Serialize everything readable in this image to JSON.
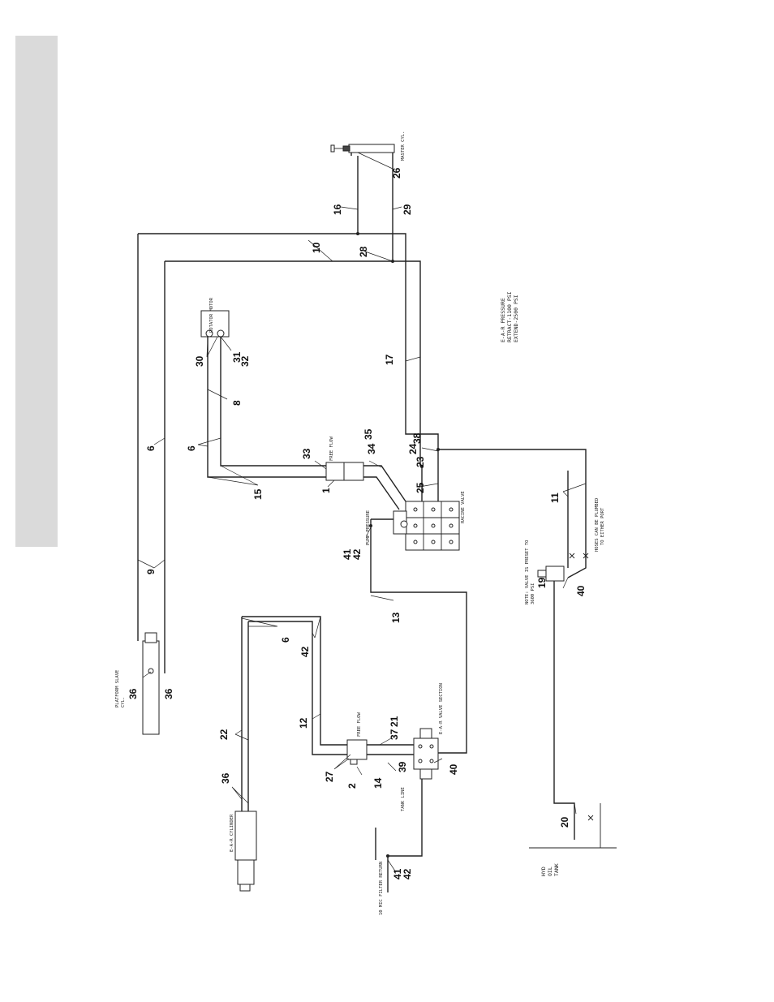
{
  "labels": {
    "master_cyl": "MASTER CYL.",
    "rotator_motor": "ROTATOR MOTOR",
    "pressure_title": "E-A-R PRESSURE",
    "pressure_retract": "RETRACT-1100 PSI",
    "pressure_extend": "EXTEND-2500 PSI",
    "free_flow_1": "FREE FLOW",
    "pump_pressure": "PUMP PRESSURE",
    "racine_valve": "RACINE VALVE",
    "hoses_note_1": "HOSES CAN BE PLUMBED",
    "hoses_note_2": "TO EITHER PORT",
    "relief_note_1": "NOTE: VALVE IS PRESET TO",
    "relief_note_2": "3600 PSI",
    "platform_slave_cyl_1": "PLATFORM SLAVE",
    "platform_slave_cyl_2": "CYL.",
    "free_flow_2": "FREE FLOW",
    "ear_valve_section": "E-A-R VALVE SECTION",
    "ear_cylinder": "E-A-R CYLINDER",
    "tank_line": "TANK LINE",
    "filter_label": "10 MIC FILTER RETURN",
    "hyd_1": "HYD",
    "hyd_2": "OIL",
    "hyd_3": "TANK"
  },
  "callouts": {
    "n26": "26",
    "n16": "16",
    "n29": "29",
    "n10": "10",
    "n28": "28",
    "n30": "30",
    "n31": "31",
    "n32": "32",
    "n8": "8",
    "n17": "17",
    "n6a": "6",
    "n6b": "6",
    "n35": "35",
    "n24": "24",
    "n38": "38",
    "n33": "33",
    "n34": "34",
    "n23": "23",
    "n15": "15",
    "n1": "1",
    "n25": "25",
    "n11": "11",
    "n9": "9",
    "n41a": "41",
    "n42a": "42",
    "n40a": "40",
    "n19": "19",
    "n13": "13",
    "n6c": "6",
    "n42b": "42",
    "n36a": "36",
    "n36b": "36",
    "n12": "12",
    "n22": "22",
    "n37": "37",
    "n21": "21",
    "n39": "39",
    "n40b": "40",
    "n27": "27",
    "n14": "14",
    "n36c": "36",
    "n2": "2",
    "n20": "20",
    "n41b": "41",
    "n42c": "42"
  }
}
